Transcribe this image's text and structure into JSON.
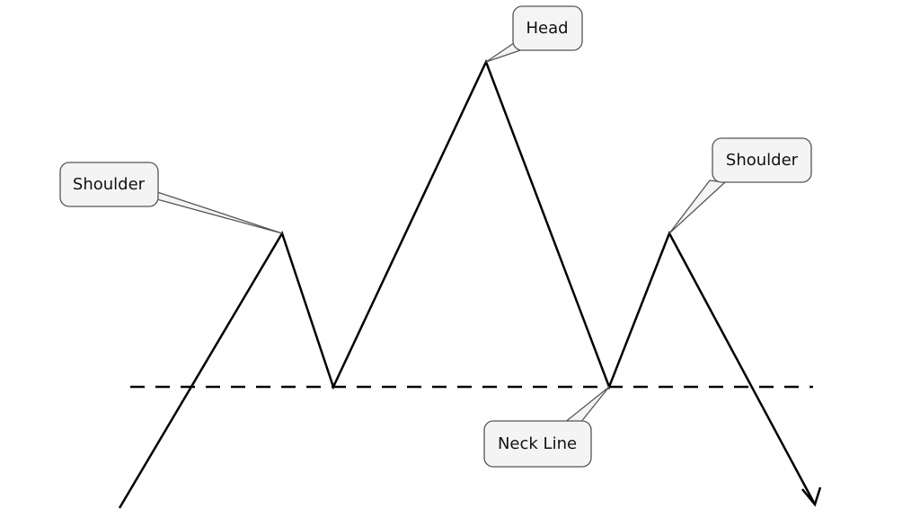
{
  "diagram": {
    "labels": {
      "left_shoulder": "Shoulder",
      "head": "Head",
      "right_shoulder": "Shoulder",
      "neck_line": "Neck Line"
    },
    "colors": {
      "line": "#000000",
      "callout_fill": "#f4f4f4",
      "callout_border": "#555555",
      "text": "#111111"
    }
  }
}
